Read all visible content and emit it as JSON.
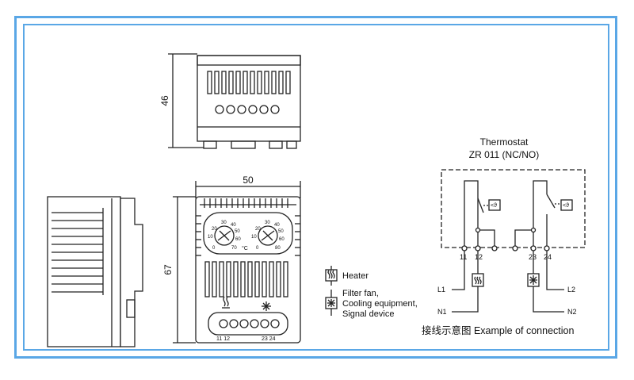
{
  "dims": {
    "top_height": "46",
    "front_width": "50",
    "front_height": "67"
  },
  "dial_labels": {
    "left": [
      "30",
      "40",
      "20",
      "50",
      "10",
      "60",
      "0",
      "70"
    ],
    "right": [
      "30",
      "40",
      "20",
      "50",
      "10",
      "60",
      "0",
      "80"
    ],
    "unit": "°C"
  },
  "terminals_front": {
    "left": "11 12",
    "right": "23 24"
  },
  "legend": {
    "heater": "Heater",
    "fan_line1": "Filter fan,",
    "fan_line2": "Cooling equipment,",
    "fan_line3": "Signal device"
  },
  "wiring": {
    "title1": "Thermostat",
    "title2": "ZR 011 (NC/NO)",
    "t11": "11",
    "t12": "12",
    "t23": "23",
    "t24": "24",
    "L1": "L1",
    "N1": "N1",
    "L2": "L2",
    "N2": "N2",
    "caption": "接线示意图 Example of connection"
  },
  "colors": {
    "frame": "#5aa7e6"
  }
}
